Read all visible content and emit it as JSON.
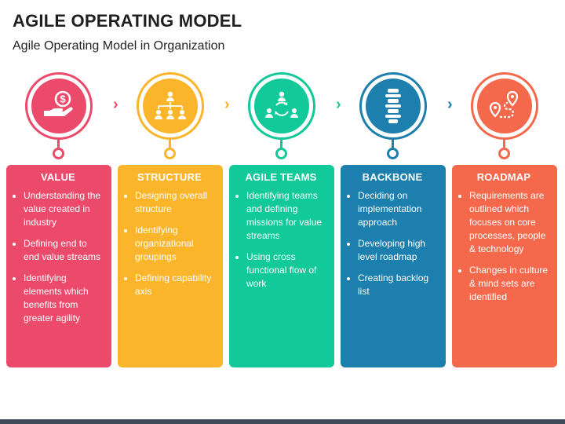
{
  "header": {
    "title": "AGILE OPERATING MODEL",
    "subtitle": "Agile Operating Model in Organization"
  },
  "columns": [
    {
      "title": "VALUE",
      "icon": "hand-dollar-icon",
      "color": "#ec4a6b",
      "items": [
        "Understanding the value created in industry",
        "Defining end to end value streams",
        "Identifying elements which benefits from greater agility"
      ]
    },
    {
      "title": "STRUCTURE",
      "icon": "org-chart-icon",
      "color": "#fbb52b",
      "items": [
        "Designing overall structure",
        "Identifying organizational groupings",
        "Defining capability axis"
      ]
    },
    {
      "title": "AGILE TEAMS",
      "icon": "team-cycle-icon",
      "color": "#12c999",
      "items": [
        "Identifying teams and defining missions for value streams",
        "Using cross functional flow of work"
      ]
    },
    {
      "title": "BACKBONE",
      "icon": "spine-icon",
      "color": "#1c7fae",
      "items": [
        "Deciding on implementation approach",
        "Developing high level roadmap",
        "Creating backlog list"
      ]
    },
    {
      "title": "ROADMAP",
      "icon": "route-pin-icon",
      "color": "#f4694c",
      "items": [
        "Requirements are outlined which focuses on core processes, people & technology",
        "Changes in culture & mind sets are identified"
      ]
    }
  ],
  "chevron": "›"
}
